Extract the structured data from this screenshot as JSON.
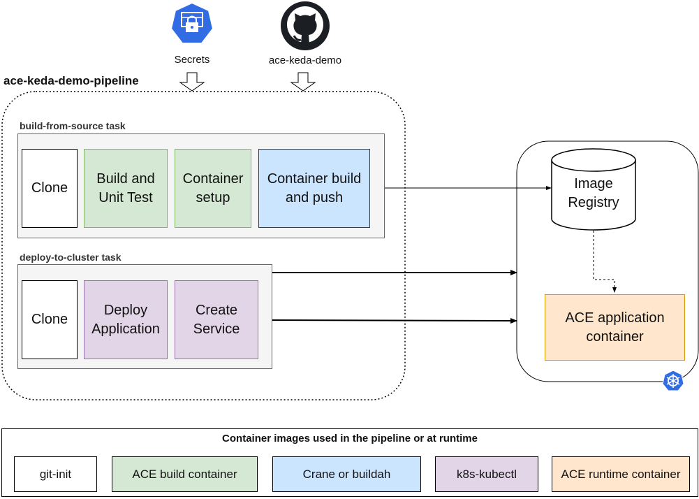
{
  "pipeline": {
    "title": "ace-keda-demo-pipeline"
  },
  "inputs": {
    "secrets_label": "Secrets",
    "repo_label": "ace-keda-demo"
  },
  "build_task": {
    "title": "build-from-source task",
    "steps": [
      "Clone",
      "Build and\nUnit Test",
      "Container\nsetup",
      "Container build\nand push"
    ]
  },
  "deploy_task": {
    "title": "deploy-to-cluster task",
    "steps": [
      "Clone",
      "Deploy\nApplication",
      "Create\nService"
    ]
  },
  "cluster": {
    "registry_label": "Image\nRegistry",
    "app_container_label": "ACE application\ncontainer"
  },
  "legend": {
    "title": "Container images used in the pipeline or at runtime",
    "items": [
      "git-init",
      "ACE build container",
      "Crane or buildah",
      "k8s-kubectl",
      "ACE runtime container"
    ]
  },
  "colors": {
    "build_green": "#d5e8d4",
    "push_blue": "#cce5ff",
    "kubectl_purple": "#e1d5e7",
    "runtime_orange": "#ffe6cc",
    "kubernetes_blue": "#326ce5"
  }
}
